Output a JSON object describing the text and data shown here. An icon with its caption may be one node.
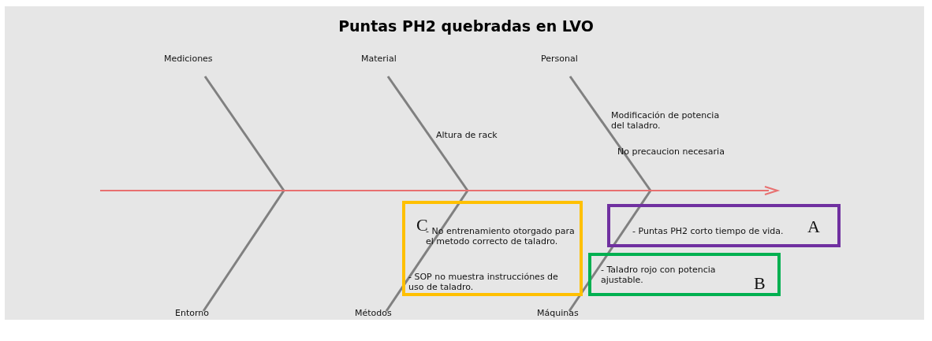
{
  "diagram": {
    "title": "Puntas PH2 quebradas en LVO",
    "nodes": [
      {
        "text": [
          "C",
          "- No entrenamiento otorgado para el metodo correcto de taladro.",
          "- SOP no muestra instrucciónes de uso de taladro."
        ]
      },
      {
        "text": [
          "- Puntas PH2 corto tiempo de vida.",
          "A"
        ]
      },
      {
        "text": [
          "- Taladro rojo con potencia ajustable.",
          "B"
        ]
      }
    ],
    "labels": [
      "Mediciones",
      "Material",
      "Personal",
      "Altura de rack",
      "Modificación  de potencia del taladro.",
      "No precaucion necesaria",
      "Entorno",
      "Métodos",
      "Máquinas"
    ]
  }
}
